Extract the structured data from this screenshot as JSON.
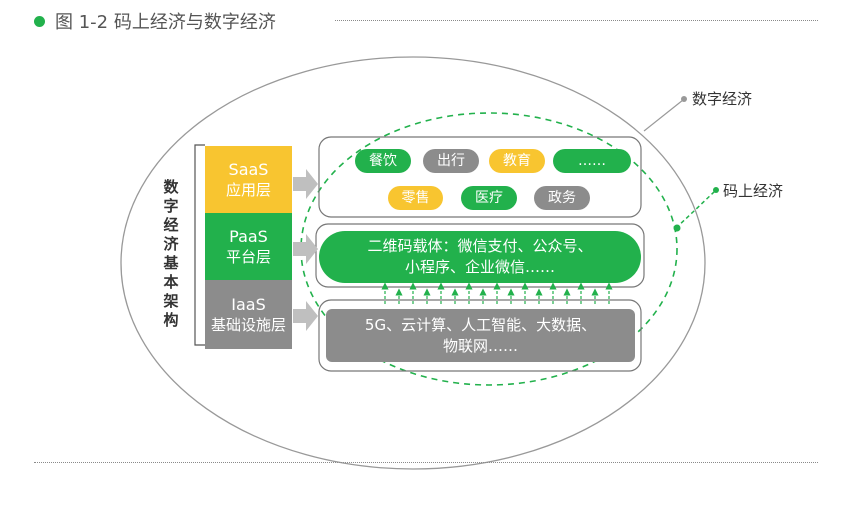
{
  "figure": {
    "title": "图 1-2 码上经济与数字经济"
  },
  "labels": {
    "digital_economy": "数字经济",
    "code_economy": "码上经济",
    "architecture": "数字经济基本架构"
  },
  "layers": {
    "saas": {
      "name": "SaaS",
      "desc": "应用层"
    },
    "paas": {
      "name": "PaaS",
      "desc": "平台层"
    },
    "iaas": {
      "name": "IaaS",
      "desc": "基础设施层"
    }
  },
  "saas_items": [
    "餐饮",
    "出行",
    "教育",
    "……",
    "零售",
    "医疗",
    "政务"
  ],
  "paas_content": {
    "line1": "二维码载体：微信支付、公众号、",
    "line2": "小程序、企业微信……"
  },
  "iaas_content": {
    "line1": "5G、云计算、人工智能、大数据、",
    "line2": "物联网……"
  },
  "colors": {
    "green": "#22b14c",
    "yellow": "#f8c530",
    "gray": "#8c8c8c"
  }
}
